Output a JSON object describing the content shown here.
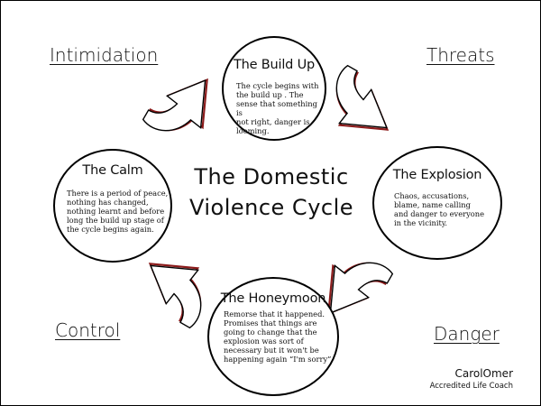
{
  "colors": {
    "ink": "#111111",
    "arrow_shadow": "#8b1a1a",
    "background": "#ffffff"
  },
  "center_title": {
    "line1": "The Domestic",
    "line2": "Violence Cycle"
  },
  "stages": {
    "build_up": {
      "title": "The Build Up",
      "lines": [
        "The cycle begins with",
        "the build up .  The",
        "sense that something is",
        "not right, danger is",
        "looming."
      ]
    },
    "explosion": {
      "title": "The Explosion",
      "lines": [
        "Chaos,  accusations,",
        "blame, name calling",
        "and danger to everyone",
        "in the vicinity."
      ]
    },
    "honeymoon": {
      "title": "The Honeymoon",
      "lines": [
        "Remorse that it happened.",
        "Promises that things are",
        "going to change that the",
        "explosion was sort of",
        "necessary but it  won't be",
        "happening again “I'm sorry”"
      ]
    },
    "calm": {
      "title": "The Calm",
      "lines": [
        "There is a period of peace,",
        "nothing has changed,",
        "nothing learnt and before",
        "long the build up stage of",
        "the cycle begins again."
      ]
    }
  },
  "corner_labels": {
    "top_left": "Intimidation",
    "top_right": "Threats",
    "bottom_right": "Danger",
    "bottom_left": "Control"
  },
  "branding": {
    "name": "CarolOmer",
    "subtitle": "Accredited Life Coach"
  }
}
